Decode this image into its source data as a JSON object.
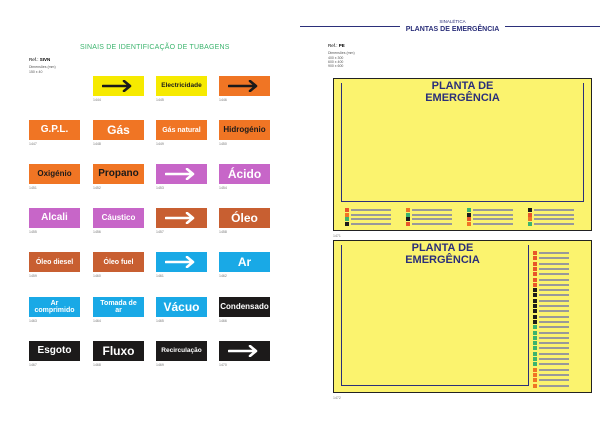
{
  "left": {
    "title": "SINAIS DE IDENTIFICAÇÃO DE TUBAGENS",
    "ref_label": "Ref.:",
    "ref_value": "SIVN",
    "dims_label": "Dimensões (mm)",
    "dims_value": "150 x 40",
    "signs": [
      {
        "code": "1444",
        "text": "",
        "arrow": true,
        "bg": "#f6ea00",
        "fg": "#1a1a1a"
      },
      {
        "code": "1445",
        "text": "Electricidade",
        "bg": "#f6ea00",
        "fg": "#1a1a1a"
      },
      {
        "code": "1446",
        "text": "",
        "arrow": true,
        "bg": "#f07524",
        "fg": "#1a1a1a"
      },
      {
        "code": "1447",
        "text": "G.P.L.",
        "bg": "#f07524",
        "fg": "#fff"
      },
      {
        "code": "1448",
        "text": "Gás",
        "bg": "#f07524",
        "fg": "#fff"
      },
      {
        "code": "1449",
        "text": "Gás natural",
        "bg": "#f07524",
        "fg": "#fff"
      },
      {
        "code": "1450",
        "text": "Hidrogénio",
        "bg": "#f07524",
        "fg": "#1a1a1a"
      },
      {
        "code": "1451",
        "text": "Oxigénio",
        "bg": "#f07524",
        "fg": "#1a1a1a"
      },
      {
        "code": "1452",
        "text": "Propano",
        "bg": "#f07524",
        "fg": "#1a1a1a"
      },
      {
        "code": "1453",
        "text": "",
        "arrow": true,
        "bg": "#c766c8",
        "fg": "#fff"
      },
      {
        "code": "1454",
        "text": "Ácido",
        "bg": "#c766c8",
        "fg": "#fff"
      },
      {
        "code": "1455",
        "text": "Alcali",
        "bg": "#c766c8",
        "fg": "#fff"
      },
      {
        "code": "1456",
        "text": "Cáustico",
        "bg": "#c766c8",
        "fg": "#fff"
      },
      {
        "code": "1457",
        "text": "",
        "arrow": true,
        "bg": "#c85f31",
        "fg": "#fff"
      },
      {
        "code": "1458",
        "text": "Óleo",
        "bg": "#c85f31",
        "fg": "#fff"
      },
      {
        "code": "1459",
        "text": "Óleo diesel",
        "bg": "#c85f31",
        "fg": "#fff"
      },
      {
        "code": "1460",
        "text": "Óleo fuel",
        "bg": "#c85f31",
        "fg": "#fff"
      },
      {
        "code": "1461",
        "text": "",
        "arrow": true,
        "bg": "#19a9e6",
        "fg": "#fff"
      },
      {
        "code": "1462",
        "text": "Ar",
        "bg": "#19a9e6",
        "fg": "#fff"
      },
      {
        "code": "1463",
        "text": "Ar comprimido",
        "bg": "#19a9e6",
        "fg": "#fff"
      },
      {
        "code": "1464",
        "text": "Tomada de ar",
        "bg": "#19a9e6",
        "fg": "#fff"
      },
      {
        "code": "1465",
        "text": "Vácuo",
        "bg": "#19a9e6",
        "fg": "#fff"
      },
      {
        "code": "1466",
        "text": "Condensado",
        "bg": "#1c1a1a",
        "fg": "#fff"
      },
      {
        "code": "1467",
        "text": "Esgoto",
        "bg": "#1c1a1a",
        "fg": "#fff"
      },
      {
        "code": "1468",
        "text": "Fluxo",
        "bg": "#1c1a1a",
        "fg": "#fff"
      },
      {
        "code": "1469",
        "text": "Recirculação",
        "bg": "#1c1a1a",
        "fg": "#fff"
      },
      {
        "code": "1470",
        "text": "",
        "arrow": true,
        "bg": "#1c1a1a",
        "fg": "#fff"
      }
    ]
  },
  "right": {
    "category": "SINALÉTICA",
    "title": "PLANTAS DE EMERGÊNCIA",
    "ref_label": "Ref.:",
    "ref_value": "PE",
    "dims_label": "Dimensões (mm)",
    "dims": [
      "400 x 300",
      "600 x 400",
      "900 x 600"
    ],
    "plans": [
      {
        "code": "1471",
        "title": "PLANTA DE EMERGÊNCIA"
      },
      {
        "code": "1472",
        "title": "PLANTA DE EMERGÊNCIA"
      }
    ]
  }
}
